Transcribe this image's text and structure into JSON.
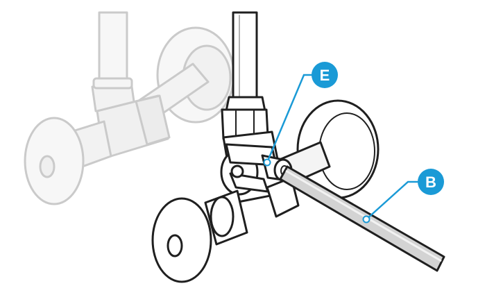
{
  "diagram": {
    "callouts": [
      {
        "id": "E",
        "label": "E"
      },
      {
        "id": "B",
        "label": "B"
      }
    ],
    "colors": {
      "accent": "#1a9ad6",
      "stroke": "#1f1f1f",
      "ghost_stroke": "#c8c8c8",
      "ghost_fill": "#f3f3f3",
      "part_fill": "#ffffff",
      "tube_fill": "#d2d2d2"
    }
  }
}
